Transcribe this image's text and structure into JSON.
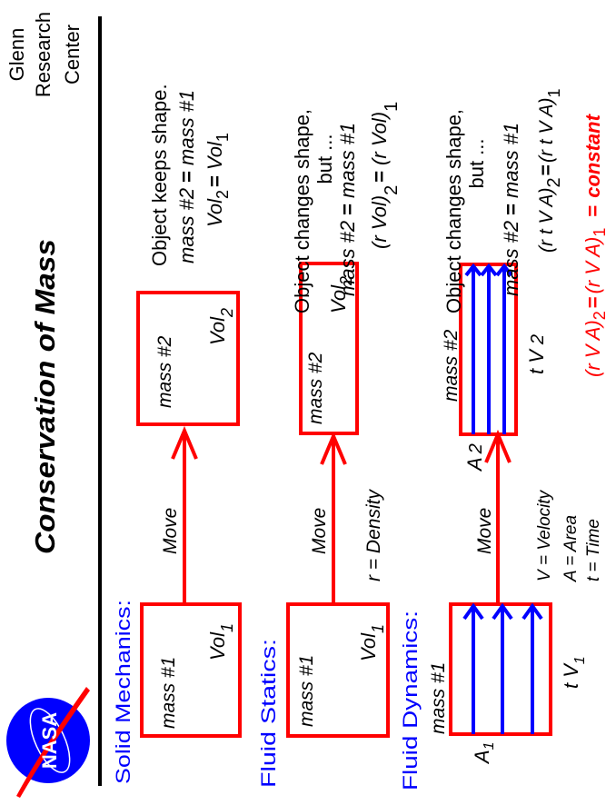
{
  "header": {
    "title": "Conservation  of  Mass",
    "org": [
      "Glenn",
      "Research",
      "Center"
    ],
    "logo_text": "NASA"
  },
  "colors": {
    "label": "#0000ff",
    "box": "#ff0000",
    "flow": "#0000ff",
    "text": "#000000",
    "highlight": "#ff0000"
  },
  "solid": {
    "label": "Solid  Mechanics:",
    "mass1": "mass  #1",
    "vol": "Vol",
    "sub1": "1",
    "move": "Move",
    "mass2": "mass  #2",
    "sub2": "2",
    "desc": "Object  keeps  shape.",
    "eq1": {
      "left": "mass #2",
      "eq": "=",
      "right": "mass #1"
    },
    "eq2": {
      "left": "Vol",
      "lsub": "2",
      "eq": "=",
      "right": "Vol",
      "rsub": "1"
    }
  },
  "statics": {
    "label": "Fluid   Statics:",
    "mass1": "mass  #1",
    "vol": "Vol",
    "sub1": "1",
    "move": "Move",
    "density": "r = Density",
    "mass2": "mass  #2",
    "sub2": "2",
    "desc": "Object  changes shape,",
    "but": "but ...",
    "eq1": {
      "left": "mass #2",
      "eq": "=",
      "right": "mass #1"
    },
    "eq2": {
      "left": "(r Vol)",
      "lsub": "2",
      "eq": "=",
      "right": "(r Vol)",
      "rsub": "1"
    }
  },
  "dynamics": {
    "label": "Fluid   Dynamics:",
    "mass1": "mass  #1",
    "a": "A",
    "sub1": "1",
    "tv": "t V",
    "move": "Move",
    "legend": [
      "V = Velocity",
      "A = Area",
      "t = Time"
    ],
    "mass2": "mass  #2",
    "sub2": "2",
    "desc": "Object  changes shape,",
    "but": "but ...",
    "eq1": {
      "left": "mass #2",
      "eq": "=",
      "right": "mass #1"
    },
    "eq2": {
      "left": "(r  t  V  A)",
      "lsub": "2",
      "eq": "=",
      "right": "(r  t  V  A)",
      "rsub": "1"
    },
    "eq3": {
      "left": "(r  V  A)",
      "lsub": "2",
      "eq": "=",
      "mid": "(r  V  A)",
      "msub": "1",
      "eq2": "=",
      "right": "constant"
    }
  }
}
